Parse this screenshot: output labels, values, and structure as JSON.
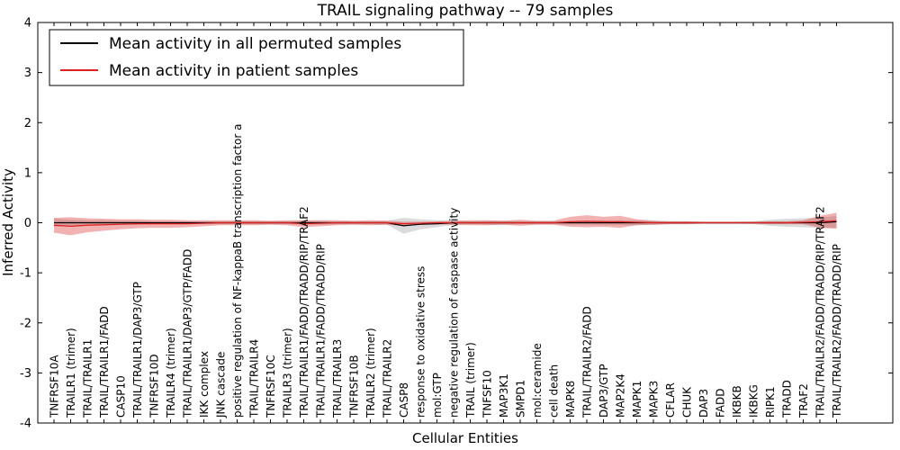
{
  "chart_data": {
    "type": "line",
    "title": "TRAIL signaling pathway -- 79 samples",
    "xlabel": "Cellular Entities",
    "ylabel": "Inferred Activity",
    "ylim": [
      -4,
      4
    ],
    "yticks": [
      -4,
      -3,
      -2,
      -1,
      0,
      1,
      2,
      3,
      4
    ],
    "grid": false,
    "legend_position": "upper left",
    "categories": [
      "TNFRSF10A",
      "TRAILR1 (trimer)",
      "TRAIL/TRAILR1",
      "TRAIL/TRAILR1/FADD",
      "CASP10",
      "TRAIL/TRAILR1/DAP3/GTP",
      "TNFRSF10D",
      "TRAILR4 (trimer)",
      "TRAIL/TRAILR1/DAP3/GTP/FADD",
      "IKK complex",
      "JNK cascade",
      "positive regulation of NF-kappaB transcription factor a",
      "TRAIL/TRAILR4",
      "TNFRSF10C",
      "TRAILR3 (trimer)",
      "TRAIL/TRAILR1/FADD/TRADD/RIP/TRAF2",
      "TRAIL/TRAILR1/FADD/TRADD/RIP",
      "TRAIL/TRAILR3",
      "TNFRSF10B",
      "TRAILR2 (trimer)",
      "TRAIL/TRAILR2",
      "CASP8",
      "response to oxidative stress",
      "mol:GTP",
      "negative regulation of caspase activity",
      "TRAIL (trimer)",
      "TNFSF10",
      "MAP3K1",
      "SMPD1",
      "mol:ceramide",
      "cell death",
      "MAPK8",
      "TRAIL/TRAILR2/FADD",
      "DAP3/GTP",
      "MAP2K4",
      "MAPK1",
      "MAPK3",
      "CFLAR",
      "CHUK",
      "DAP3",
      "FADD",
      "IKBKB",
      "IKBKG",
      "RIPK1",
      "TRADD",
      "TRAF2",
      "TRAIL/TRAILR2/FADD/TRADD/RIP/TRAF2",
      "TRAIL/TRAILR2/FADD/TRADD/RIP"
    ],
    "series": [
      {
        "key": "permuted",
        "name": "Mean activity in all permuted samples",
        "color": "#000000",
        "band_color": "#888888",
        "band_opacity": 0.3,
        "mean": [
          0,
          0,
          0,
          0,
          0,
          0,
          0,
          0,
          0,
          0,
          0,
          0,
          0,
          0,
          0,
          0,
          0,
          0,
          0,
          0,
          0,
          -0.06,
          -0.03,
          -0.02,
          0,
          0,
          0,
          0,
          0,
          0,
          0,
          0,
          0,
          0,
          0,
          0,
          0,
          0,
          0,
          0,
          0,
          0,
          0,
          0,
          0,
          0,
          0,
          0.02
        ],
        "band": [
          0.08,
          0.06,
          0.05,
          0.05,
          0.04,
          0.04,
          0.03,
          0.03,
          0.03,
          0.03,
          0.03,
          0.03,
          0.03,
          0.03,
          0.03,
          0.04,
          0.04,
          0.03,
          0.03,
          0.03,
          0.04,
          0.16,
          0.1,
          0.07,
          0.04,
          0.03,
          0.04,
          0.04,
          0.03,
          0.03,
          0.03,
          0.04,
          0.04,
          0.05,
          0.05,
          0.05,
          0.04,
          0.03,
          0.03,
          0.02,
          0.02,
          0.02,
          0.03,
          0.06,
          0.08,
          0.09,
          0.1,
          0.12
        ]
      },
      {
        "key": "patient",
        "name": "Mean activity in patient samples",
        "color": "#dd2121",
        "band_color": "#dd2121",
        "band_opacity": 0.35,
        "mean": [
          -0.05,
          -0.07,
          -0.05,
          -0.04,
          -0.03,
          -0.02,
          -0.02,
          -0.02,
          -0.02,
          -0.01,
          0,
          0,
          0,
          0,
          0,
          -0.02,
          -0.01,
          0,
          0,
          0,
          0,
          -0.02,
          -0.01,
          0,
          0,
          0,
          0,
          0,
          0,
          0,
          0,
          0.02,
          0.03,
          0.02,
          0.02,
          0.01,
          0,
          0,
          0,
          0,
          0,
          0,
          0,
          0,
          0,
          0.01,
          0.02,
          0.04
        ],
        "band": [
          0.15,
          0.18,
          0.14,
          0.12,
          0.1,
          0.09,
          0.08,
          0.08,
          0.07,
          0.06,
          0.05,
          0.05,
          0.05,
          0.04,
          0.05,
          0.07,
          0.06,
          0.05,
          0.04,
          0.05,
          0.04,
          0.04,
          0.03,
          0.03,
          0.04,
          0.05,
          0.05,
          0.04,
          0.06,
          0.04,
          0.04,
          0.1,
          0.12,
          0.1,
          0.12,
          0.06,
          0.04,
          0.03,
          0.03,
          0.02,
          0.02,
          0.02,
          0.02,
          0.03,
          0.03,
          0.04,
          0.12,
          0.16
        ]
      }
    ]
  }
}
